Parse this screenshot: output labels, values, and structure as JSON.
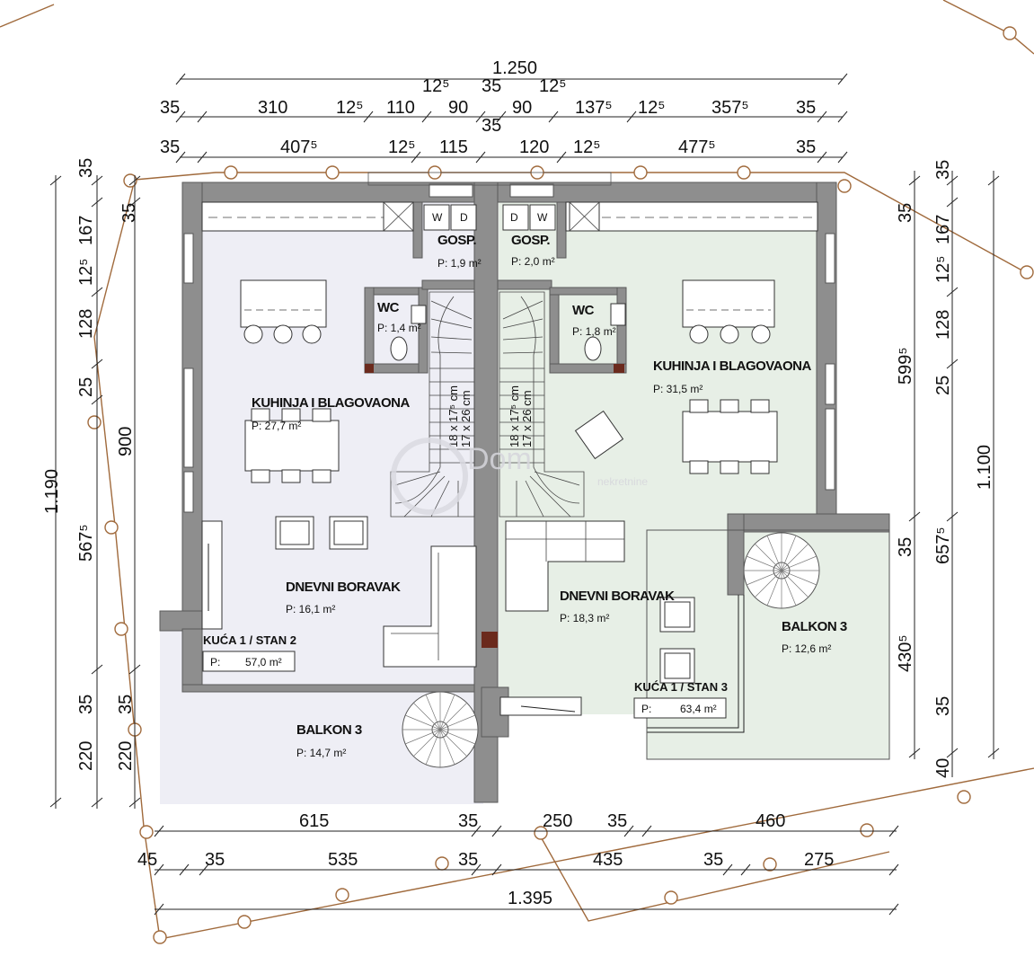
{
  "dimensions": {
    "top_total": "1.250",
    "top_row1": [
      "35",
      "310",
      "12⁵",
      "110",
      "12⁵",
      "90",
      "35",
      "35",
      "90",
      "12⁵",
      "137⁵",
      "12⁵",
      "357⁵",
      "35"
    ],
    "top_row2": [
      "35",
      "407⁵",
      "12⁵",
      "115",
      "120",
      "12⁵",
      "477⁵",
      "35"
    ],
    "left_outer": [
      "35",
      "35",
      "167",
      "12⁵",
      "128",
      "25",
      "567⁵",
      "35",
      "220",
      "35",
      "220"
    ],
    "left_total_1": "900",
    "left_total_2": "1.190",
    "right_outer": [
      "35",
      "35",
      "167",
      "12⁵",
      "128",
      "25",
      "599⁵",
      "35",
      "657⁵",
      "430⁵",
      "35",
      "40"
    ],
    "right_total": "1.100",
    "bottom_row1": [
      "615",
      "35",
      "250",
      "35",
      "460"
    ],
    "bottom_row2": [
      "45",
      "35",
      "535",
      "35",
      "435",
      "35",
      "275"
    ],
    "bottom_total": "1.395"
  },
  "rooms": {
    "gosp_left": {
      "name": "GOSP.",
      "area": "P: 1,9 m²"
    },
    "gosp_right": {
      "name": "GOSP.",
      "area": "P: 2,0 m²"
    },
    "wc_left": {
      "name": "WC",
      "area": "P: 1,4 m²"
    },
    "wc_right": {
      "name": "WC",
      "area": "P: 1,8 m²"
    },
    "kitchen_left": {
      "name": "KUHINJA I BLAGOVAONA",
      "area": "P: 27,7 m²"
    },
    "kitchen_right": {
      "name": "KUHINJA I BLAGOVAONA",
      "area": "P: 31,5 m²"
    },
    "living_left": {
      "name": "DNEVNI BORAVAK",
      "area": "P: 16,1 m²"
    },
    "living_right": {
      "name": "DNEVNI BORAVAK",
      "area": "P: 18,3 m²"
    },
    "balcony_left": {
      "name": "BALKON 3",
      "area": "P: 14,7 m²"
    },
    "balcony_right": {
      "name": "BALKON 3",
      "area": "P: 12,6 m²"
    }
  },
  "units": {
    "left": {
      "title": "KUĆA 1 / STAN 2",
      "label": "P:",
      "area": "57,0 m²"
    },
    "right": {
      "title": "KUĆA 1 / STAN 3",
      "label": "P:",
      "area": "63,4 m²"
    }
  },
  "stairs": {
    "left": [
      "18 x 17⁵ cm",
      "17 x 26 cm"
    ],
    "right": [
      "18 x 17⁵ cm",
      "17 x 26 cm"
    ]
  },
  "fixtures": {
    "washer": "W",
    "dryer": "D"
  },
  "watermark": {
    "brand": "Dom",
    "tagline": "nekretnine"
  },
  "colors": {
    "wall": "#8e8e8e",
    "left_unit_fill": "#eeeef5",
    "right_unit_fill": "#e7efe6",
    "boundary": "#a06a3c"
  }
}
